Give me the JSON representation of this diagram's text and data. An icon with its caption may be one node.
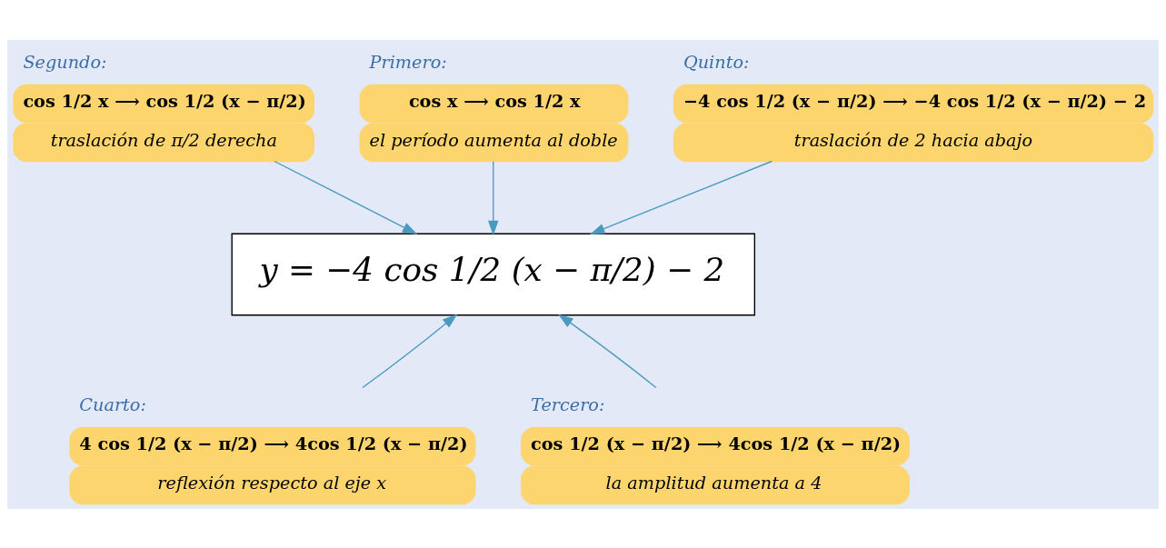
{
  "diagram": {
    "nodes": [
      {
        "text": [
          "Segundo:",
          "cos 1/2 x ⟶ cos 1/2 (x − π/2)",
          "traslación de π/2 derecha"
        ]
      },
      {
        "text": [
          "Primero:",
          "cos x ⟶ cos 1/2 x",
          "el período aumenta al doble"
        ]
      },
      {
        "text": [
          "Quinto:",
          "−4 cos 1/2 (x − π/2) ⟶ −4 cos 1/2 (x − π/2) − 2",
          "traslación de 2 hacia abajo"
        ]
      },
      {
        "text": [
          "y = −4 cos 1/2 (x − π/2) − 2"
        ]
      },
      {
        "text": [
          "Cuarto:",
          "4 cos 1/2 (x − π/2) ⟶ 4cos 1/2 (x − π/2)",
          "reflexión respecto al eje x"
        ]
      },
      {
        "text": [
          "Tercero:",
          "cos 1/2 (x − π/2) ⟶ 4cos 1/2 (x − π/2)",
          "la amplitud aumenta a 4"
        ]
      }
    ],
    "edges": [
      {
        "from": 1,
        "to": 3,
        "arrow": "to"
      },
      {
        "from": 0,
        "to": 3,
        "arrow": "to"
      },
      {
        "from": 2,
        "to": 3,
        "arrow": "to"
      },
      {
        "from": 4,
        "to": 3,
        "arrow": "to"
      },
      {
        "from": 5,
        "to": 3,
        "arrow": "to"
      }
    ]
  }
}
